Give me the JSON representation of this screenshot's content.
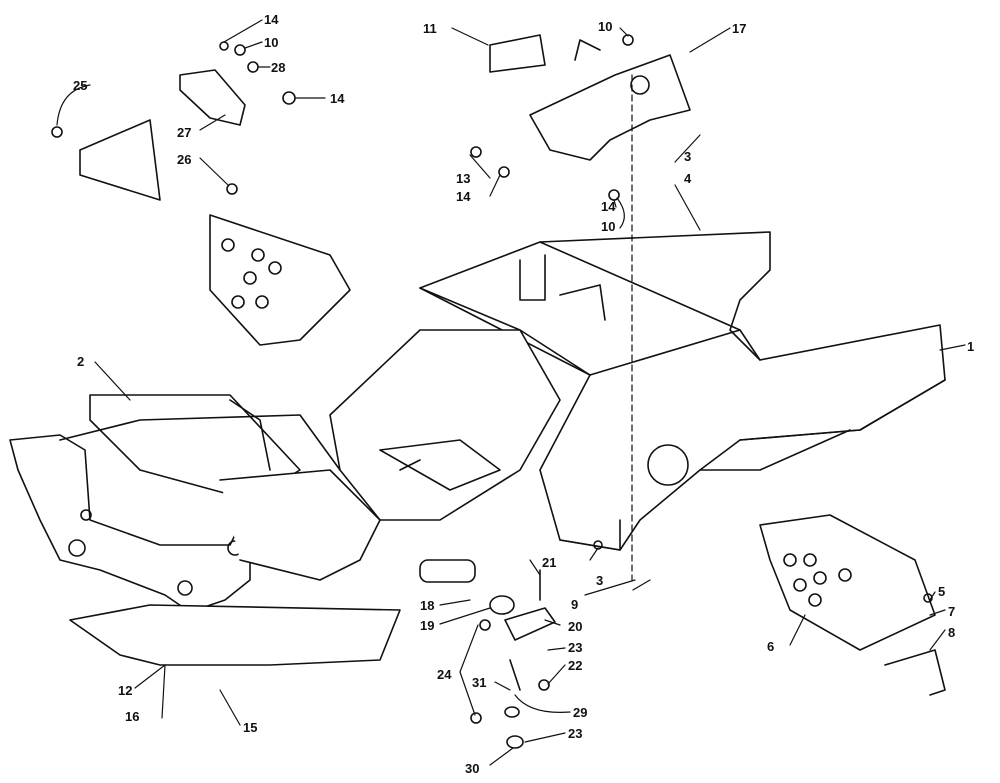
{
  "colors": {
    "ink": "#111111",
    "paper": "#ffffff",
    "shade": "#cfcfcf"
  },
  "callouts": {
    "c1": "1",
    "c2": "2",
    "c3a": "3",
    "c3b": "3",
    "c4": "4",
    "c5": "5",
    "c6": "6",
    "c7": "7",
    "c8": "8",
    "c9": "9",
    "c10a": "10",
    "c10b": "10",
    "c10c": "10",
    "c11": "11",
    "c12": "12",
    "c13": "13",
    "c14a": "14",
    "c14b": "14",
    "c14c": "14",
    "c14d": "14",
    "c15": "15",
    "c16": "16",
    "c17": "17",
    "c18": "18",
    "c19": "19",
    "c20": "20",
    "c21": "21",
    "c22": "22",
    "c23a": "23",
    "c23b": "23",
    "c24": "24",
    "c25": "25",
    "c26": "26",
    "c27": "27",
    "c28": "28",
    "c29": "29",
    "c30": "30",
    "c31": "31"
  }
}
